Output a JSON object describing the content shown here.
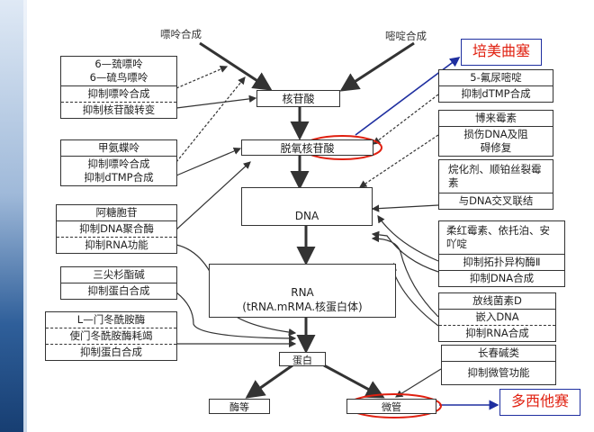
{
  "pathway": {
    "purine_synthesis": "嘌呤合成",
    "pyrimidine_synthesis": "嘧啶合成",
    "nucleotide": "核苷酸",
    "deoxynucleotide": "脱氧核苷酸",
    "dna": "DNA",
    "rna": "RNA",
    "rna_sub": "(tRNA.mRMA.核蛋白体)",
    "protein": "蛋白",
    "enzymes": "酶等",
    "microtubule": "微管"
  },
  "left_drugs": [
    {
      "name": "6—巯嘌呤",
      "name2": "6—硫鸟嘌呤",
      "actions": [
        "抑制嘌呤合成",
        "抑制核苷酸转变"
      ]
    },
    {
      "name": "甲氨蝶呤",
      "actions": [
        "抑制嘌呤合成",
        "抑制dTMP合成"
      ]
    },
    {
      "name": "阿糖胞苷",
      "actions": [
        "抑制DNA聚合酶",
        "抑制RNA功能"
      ]
    },
    {
      "name": "三尖杉酯碱",
      "actions": [
        "抑制蛋白合成"
      ]
    },
    {
      "name": "L—门冬酰胺酶",
      "actions": [
        "使门冬酰胺酶耗竭",
        "抑制蛋白合成"
      ]
    }
  ],
  "right_drugs": [
    {
      "name": "5-氟尿嘧啶",
      "actions": [
        "抑制dTMP合成"
      ]
    },
    {
      "name": "博来霉素",
      "actions": [
        "损伤DNA及阻碍修复"
      ]
    },
    {
      "name": "烷化剂、顺铂丝裂霉素",
      "actions": [
        "与DNA交叉联结"
      ]
    },
    {
      "name": "柔红霉素、依托泊、安吖啶",
      "actions": [
        "抑制拓扑异构酶Ⅱ",
        "抑制DNA合成"
      ]
    },
    {
      "name": "放线菌素D",
      "actions": [
        "嵌入DNA",
        "抑制RNA合成"
      ]
    },
    {
      "name": "长春碱类",
      "actions": [
        "抑制微管功能"
      ]
    }
  ],
  "callouts": {
    "pemetrexed": "培美曲塞",
    "docetaxel": "多西他赛"
  },
  "colors": {
    "highlight": "#e02010",
    "callout_border": "#1f2fa0"
  }
}
